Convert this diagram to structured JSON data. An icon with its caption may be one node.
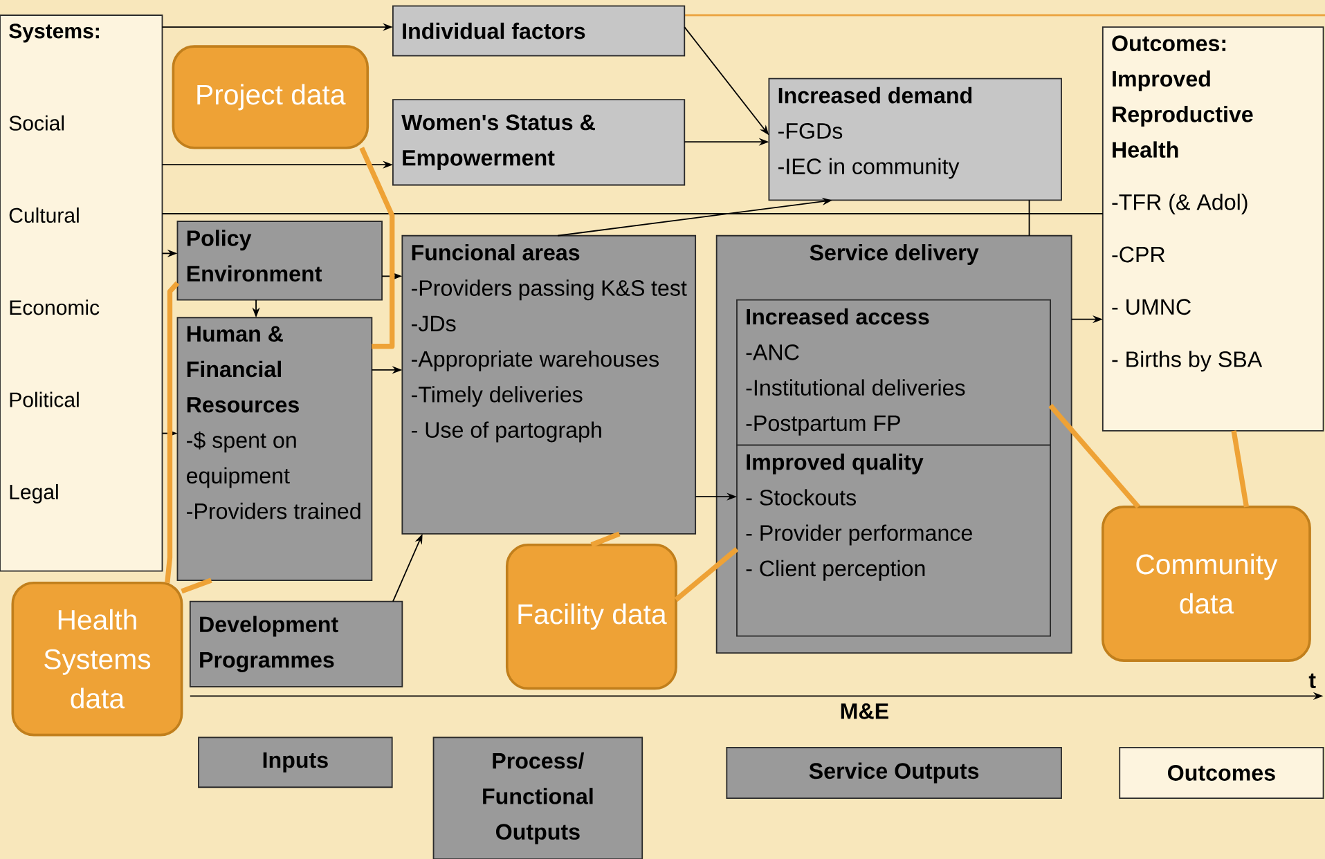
{
  "diagram": {
    "nodes": [
      {
        "text": [
          "Systems:",
          "Social",
          "Cultural",
          "Economic",
          "Political",
          "Legal"
        ]
      },
      {
        "text": [
          "Project data"
        ]
      },
      {
        "text": [
          "Individual factors"
        ]
      },
      {
        "text": [
          "Women's Status & Empowerment"
        ]
      },
      {
        "text": [
          "Increased demand",
          "-FGDs",
          "-IEC in community"
        ]
      },
      {
        "text": [
          "Outcomes: Improved Reproductive Health",
          "-TFR (& Adol)",
          "-CPR",
          "- UMNC",
          "- Births by SBA"
        ]
      },
      {
        "text": [
          "Policy Environment"
        ]
      },
      {
        "text": [
          "Funcional areas",
          "-Providers passing K&S test",
          "-JDs",
          "-Appropriate warehouses",
          "-Timely deliveries",
          "- Use of partograph"
        ]
      },
      {
        "text": [
          "Service delivery"
        ]
      },
      {
        "text": [
          "Increased access",
          "-ANC",
          "-Institutional deliveries",
          "-Postpartum FP"
        ],
        "in": 8
      },
      {
        "text": [
          "Improved quality",
          "- Stockouts",
          "- Provider performance",
          "- Client perception"
        ],
        "in": 8
      },
      {
        "text": [
          "Human & Financial Resources",
          "-$ spent on equipment",
          "-Providers trained"
        ]
      },
      {
        "text": [
          "Development Programmes"
        ]
      },
      {
        "text": [
          "Health Systems data"
        ]
      },
      {
        "text": [
          "Facility data"
        ]
      },
      {
        "text": [
          "Community data"
        ]
      },
      {
        "text": [
          "Inputs"
        ]
      },
      {
        "text": [
          "Process/ Functional Outputs"
        ]
      },
      {
        "text": [
          "Service Outputs"
        ]
      },
      {
        "text": [
          "Outcomes"
        ]
      }
    ],
    "edges": [
      {
        "from": 0,
        "to": 2,
        "arrow": "to"
      },
      {
        "from": 0,
        "to": 3,
        "arrow": "to"
      },
      {
        "from": 0,
        "to": 6,
        "arrow": "to"
      },
      {
        "from": 0,
        "to": 11,
        "arrow": "to"
      },
      {
        "from": 0,
        "to": 5,
        "arrow": "none"
      },
      {
        "from": 2,
        "to": 4,
        "arrow": "to"
      },
      {
        "from": 3,
        "to": 4,
        "arrow": "to"
      },
      {
        "from": 7,
        "to": 4,
        "arrow": "to"
      },
      {
        "from": 4,
        "to": 8,
        "arrow": "none"
      },
      {
        "from": 6,
        "to": 7,
        "arrow": "to"
      },
      {
        "from": 6,
        "to": 11,
        "arrow": "to"
      },
      {
        "from": 11,
        "to": 7,
        "arrow": "to"
      },
      {
        "from": 12,
        "to": 7,
        "arrow": "to"
      },
      {
        "from": 7,
        "to": 10,
        "arrow": "to"
      },
      {
        "from": 8,
        "to": 5,
        "arrow": "to"
      },
      {
        "from": 1,
        "to": 11,
        "arrow": "none",
        "style": "thick",
        "color": "#eea236"
      },
      {
        "from": 13,
        "to": 6,
        "arrow": "none",
        "style": "thick",
        "color": "#eea236"
      },
      {
        "from": 13,
        "to": 11,
        "arrow": "none",
        "style": "thick",
        "color": "#eea236"
      },
      {
        "from": 14,
        "to": 7,
        "arrow": "none",
        "style": "thick",
        "color": "#eea236"
      },
      {
        "from": 14,
        "to": 10,
        "arrow": "none",
        "style": "thick",
        "color": "#eea236"
      },
      {
        "from": 15,
        "to": 9,
        "arrow": "none",
        "style": "thick",
        "color": "#eea236"
      },
      {
        "from": 15,
        "to": 5,
        "arrow": "none",
        "style": "thick",
        "color": "#eea236"
      }
    ],
    "labels": [
      "t",
      "M&E"
    ]
  }
}
